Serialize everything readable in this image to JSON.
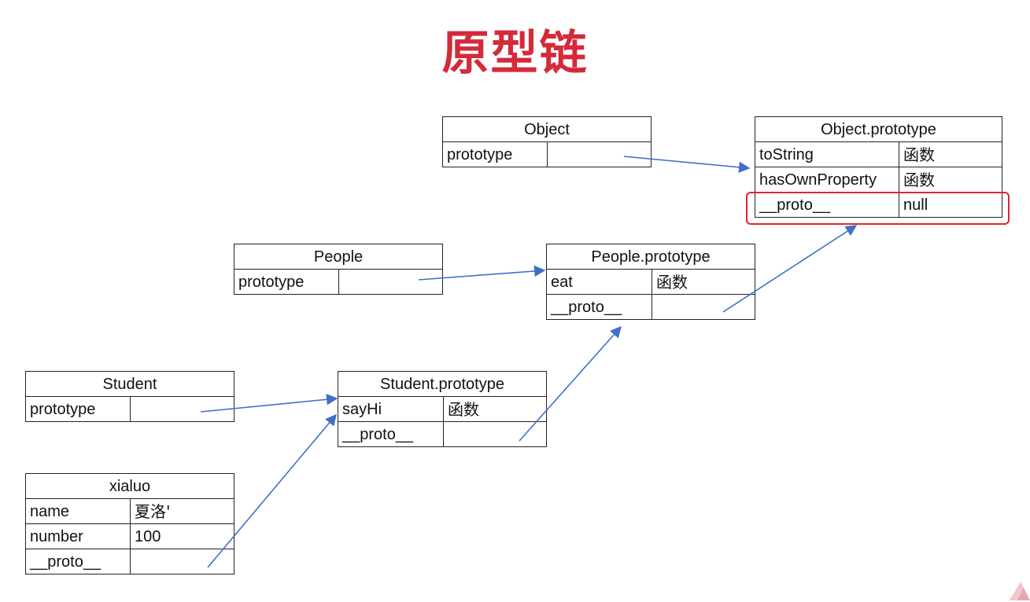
{
  "title": "原型链",
  "colors": {
    "title": "#d42a3a",
    "arrow": "#3f6fc9",
    "highlight": "#e0262c",
    "border": "#222222"
  },
  "boxes": {
    "object": {
      "title": "Object",
      "rows": [
        {
          "key": "prototype",
          "value": ""
        }
      ]
    },
    "object_prototype": {
      "title": "Object.prototype",
      "rows": [
        {
          "key": "toString",
          "value": "函数"
        },
        {
          "key": "hasOwnProperty",
          "value": "函数"
        },
        {
          "key": "__proto__",
          "value": "null"
        }
      ]
    },
    "people": {
      "title": "People",
      "rows": [
        {
          "key": "prototype",
          "value": ""
        }
      ]
    },
    "people_prototype": {
      "title": "People.prototype",
      "rows": [
        {
          "key": "eat",
          "value": "函数"
        },
        {
          "key": "__proto__",
          "value": ""
        }
      ]
    },
    "student": {
      "title": "Student",
      "rows": [
        {
          "key": "prototype",
          "value": ""
        }
      ]
    },
    "student_prototype": {
      "title": "Student.prototype",
      "rows": [
        {
          "key": "sayHi",
          "value": "函数"
        },
        {
          "key": "__proto__",
          "value": ""
        }
      ]
    },
    "xialuo": {
      "title": "xialuo",
      "rows": [
        {
          "key": "name",
          "value": "夏洛'"
        },
        {
          "key": "number",
          "value": "100"
        },
        {
          "key": "__proto__",
          "value": ""
        }
      ]
    }
  },
  "highlight_label": "Object.prototype.__proto__"
}
